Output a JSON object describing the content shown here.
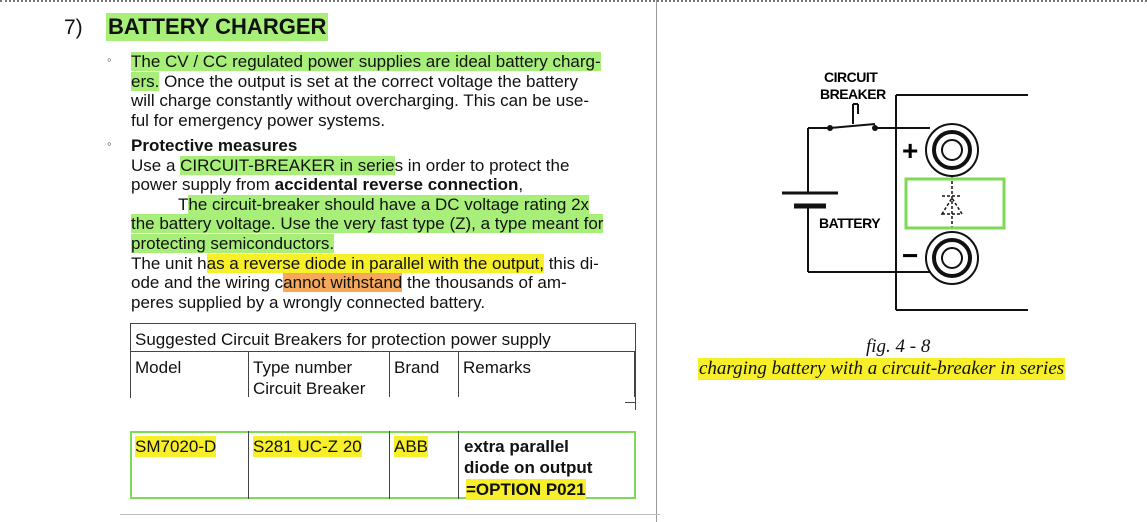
{
  "section": {
    "number": "7)",
    "title": "BATTERY CHARGER"
  },
  "bullet1": {
    "marker": "◦",
    "l1": "The CV / CC regulated power supplies are ideal battery charg-",
    "l2a": "ers.",
    "l2b": " Once the output is set at the correct voltage the battery",
    "l3": "will charge constantly without overcharging. This can be use-",
    "l4": "ful for emergency power systems."
  },
  "bullet2": {
    "marker": "◦",
    "heading": "Protective measures",
    "l1a": "Use a ",
    "l1b": "CIRCUIT-BREAKER in serie",
    "l1c": "s in order to protect the",
    "l2a": "power supply from ",
    "l2b": "accidental reverse connection",
    "l2c": ",",
    "l3a": "T",
    "l3b": "he circuit-breaker should have a DC voltage rating 2x",
    "l4": "the battery voltage. Use the very fast type (Z), a type meant for",
    "l5": "protecting semiconductors.",
    "l6a": "The unit h",
    "l6b": "as a reverse diode in parallel with the output,",
    "l6c": " this di-",
    "l7a": "ode and the wiring c",
    "l7b": "annot withstand",
    "l7c": " the thousands of am-",
    "l8": "peres supplied by a wrongly connected battery."
  },
  "table": {
    "title": "Suggested Circuit Breakers for protection power supply",
    "headers": {
      "model": "Model",
      "type1": "Type number",
      "type2": "Circuit Breaker",
      "brand": "Brand",
      "remarks": "Remarks"
    },
    "row": {
      "model": "SM7020-D",
      "type": "S281 UC-Z 20",
      "brand": "ABB",
      "remarks1": "extra parallel",
      "remarks2": "diode on output",
      "remarks3": "=OPTION P021"
    }
  },
  "figure": {
    "label_cb1": "CIRCUIT",
    "label_cb2": "BREAKER",
    "label_battery": "BATTERY",
    "plus": "+",
    "minus": "−",
    "caption": "fig. 4 - 8",
    "subcaption": "charging battery with a circuit-breaker in series",
    "highlight_color": "#7ed957"
  },
  "colors": {
    "green": "#a8ef7a",
    "yellow": "#f7ef2a",
    "orange": "#f6a95c"
  }
}
